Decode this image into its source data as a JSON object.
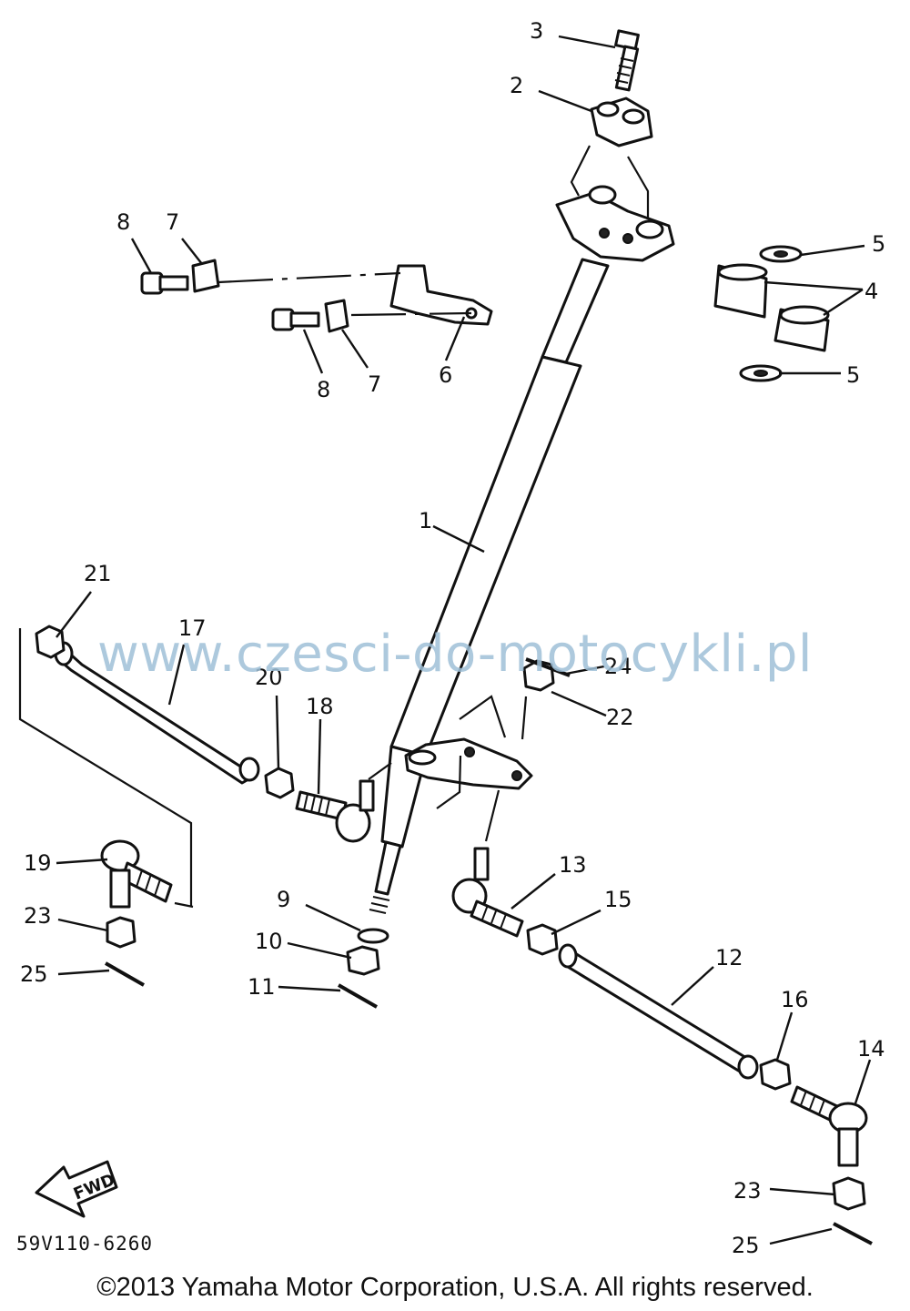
{
  "callouts": [
    {
      "id": "c3",
      "label": "3"
    },
    {
      "id": "c2",
      "label": "2"
    },
    {
      "id": "c8a",
      "label": "8"
    },
    {
      "id": "c7a",
      "label": "7"
    },
    {
      "id": "c5a",
      "label": "5"
    },
    {
      "id": "c4",
      "label": "4"
    },
    {
      "id": "c5b",
      "label": "5"
    },
    {
      "id": "c8b",
      "label": "8"
    },
    {
      "id": "c7b",
      "label": "7"
    },
    {
      "id": "c6",
      "label": "6"
    },
    {
      "id": "c1",
      "label": "1"
    },
    {
      "id": "c21",
      "label": "21"
    },
    {
      "id": "c17",
      "label": "17"
    },
    {
      "id": "c24",
      "label": "24"
    },
    {
      "id": "c20",
      "label": "20"
    },
    {
      "id": "c18",
      "label": "18"
    },
    {
      "id": "c22",
      "label": "22"
    },
    {
      "id": "c19",
      "label": "19"
    },
    {
      "id": "c13",
      "label": "13"
    },
    {
      "id": "c9",
      "label": "9"
    },
    {
      "id": "c15",
      "label": "15"
    },
    {
      "id": "c23a",
      "label": "23"
    },
    {
      "id": "c10",
      "label": "10"
    },
    {
      "id": "c12",
      "label": "12"
    },
    {
      "id": "c25a",
      "label": "25"
    },
    {
      "id": "c11",
      "label": "11"
    },
    {
      "id": "c16",
      "label": "16"
    },
    {
      "id": "c14",
      "label": "14"
    },
    {
      "id": "c23b",
      "label": "23"
    },
    {
      "id": "c25b",
      "label": "25"
    }
  ],
  "fwd_label": "FWD",
  "diagram_code": "59V110-6260",
  "watermark": "www.czesci-do-motocykli.pl",
  "copyright": "©2013 Yamaha Motor Corporation, U.S.A. All rights reserved."
}
